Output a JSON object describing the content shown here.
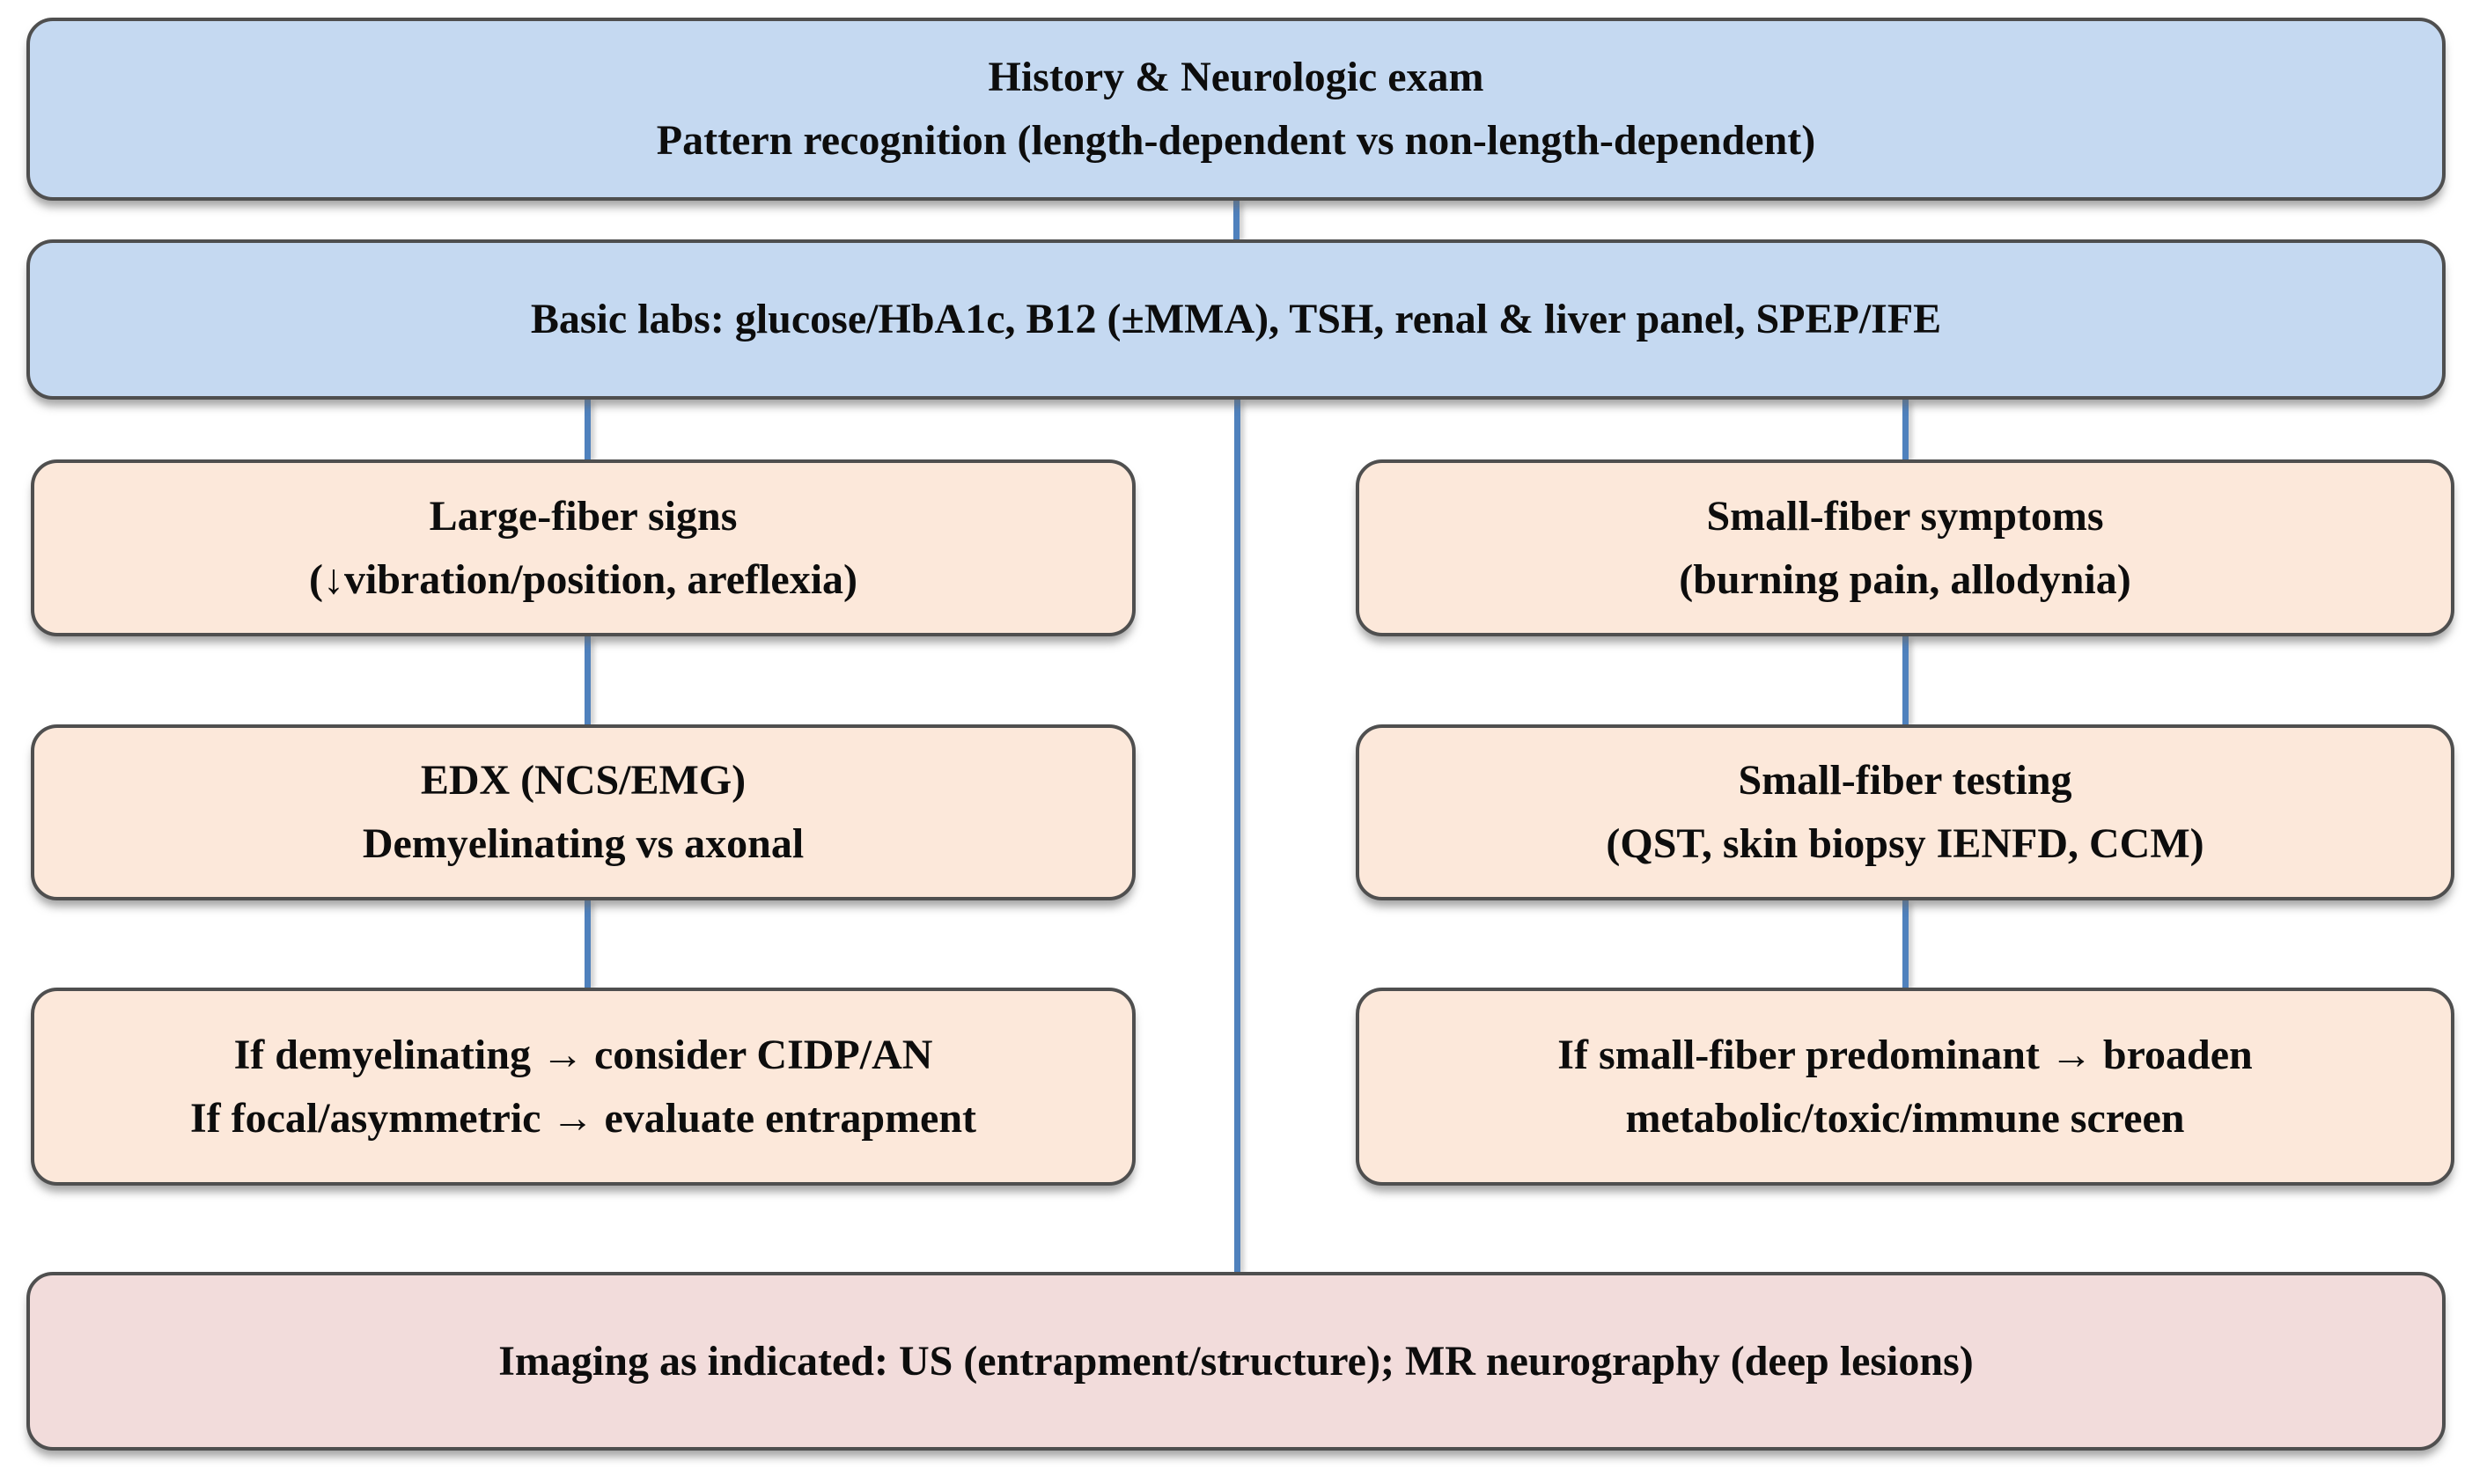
{
  "palette": {
    "box_blue": "#c5d9f1",
    "box_peach": "#fce8da",
    "box_pink": "#f2dcdb",
    "border_gray": "#4f4f4f",
    "connector_blue": "#4f81bd",
    "background": "#ffffff",
    "text": "#0d0d0d"
  },
  "flowchart": {
    "history": {
      "line1": "History & Neurologic exam",
      "line2": "Pattern recognition (length-dependent vs non-length-dependent)"
    },
    "basic_labs": {
      "line1": "Basic labs: glucose/HbA1c, B12 (±MMA), TSH, renal & liver panel, SPEP/IFE"
    },
    "large_fiber_signs": {
      "line1": "Large-fiber signs",
      "line2": "(↓vibration/position, areflexia)"
    },
    "small_fiber_symptoms": {
      "line1": "Small-fiber symptoms",
      "line2": "(burning pain, allodynia)"
    },
    "edx": {
      "line1": "EDX (NCS/EMG)",
      "line2": "Demyelinating vs axonal"
    },
    "small_fiber_testing": {
      "line1": "Small-fiber testing",
      "line2": "(QST, skin biopsy IENFD, CCM)"
    },
    "demyelinating_branch": {
      "line1": "If demyelinating → consider CIDP/AN",
      "line2": "If focal/asymmetric → evaluate entrapment"
    },
    "small_fiber_branch": {
      "line1": "If small-fiber predominant → broaden",
      "line2": "metabolic/toxic/immune screen"
    },
    "imaging": {
      "line1": "Imaging as indicated: US (entrapment/structure); MR neurography (deep lesions)"
    }
  }
}
